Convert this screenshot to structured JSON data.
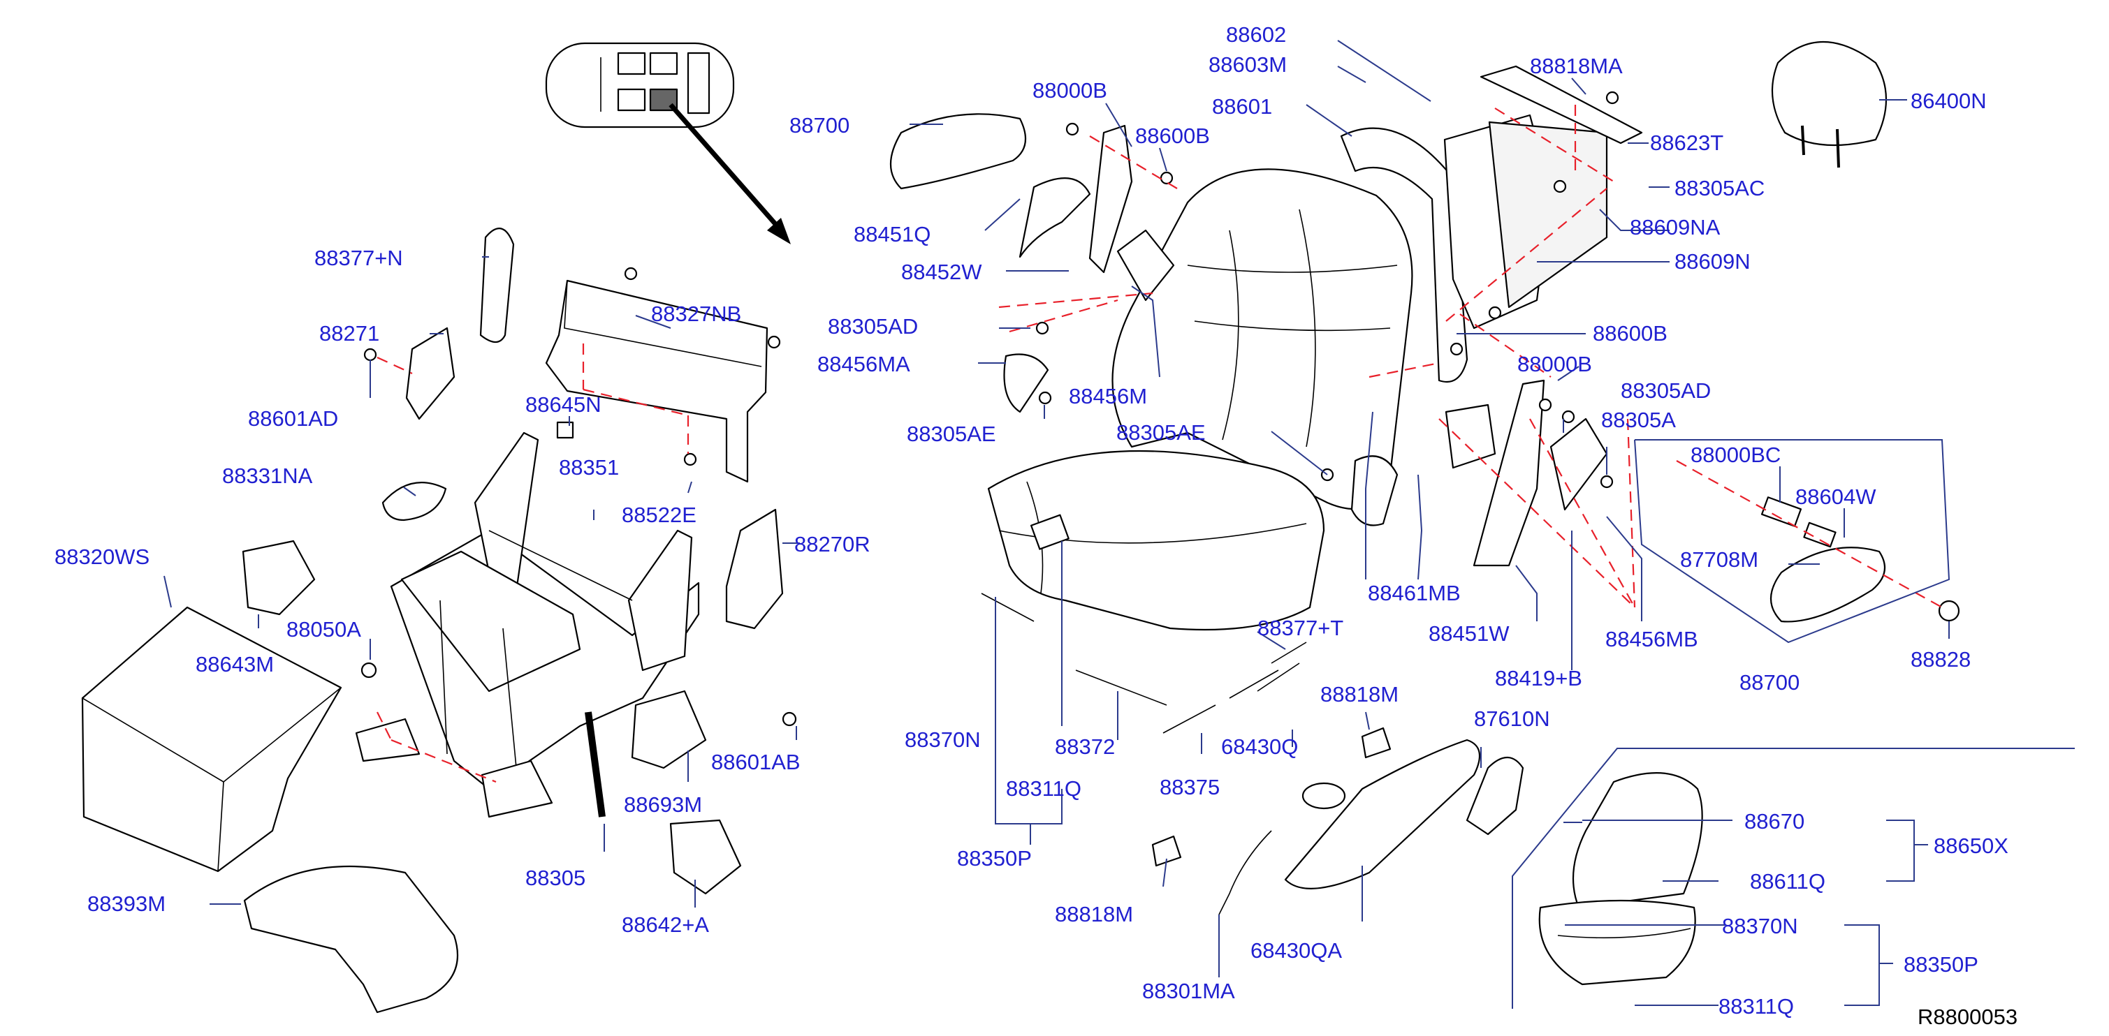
{
  "diagram_id": "R8800053",
  "colors": {
    "label": "#2020d0",
    "leader": "#2b3a8c",
    "dashed_guide": "#e8202a",
    "outline": "#000000"
  },
  "labels": {
    "p88700_top": "88700",
    "p88000B_top": "88000B",
    "p88600B_top": "88600B",
    "p88602": "88602",
    "p88603M": "88603M",
    "p88601": "88601",
    "p88818MA": "88818MA",
    "p88623T": "88623T",
    "p86400N": "86400N",
    "p88305AC": "88305AC",
    "p88609NA": "88609NA",
    "p88609N": "88609N",
    "p88451Q": "88451Q",
    "p88452W": "88452W",
    "p88305AD_left": "88305AD",
    "p88456MA": "88456MA",
    "p88456M": "88456M",
    "p88305AE_left": "88305AE",
    "p88305AE_mid": "88305AE",
    "p88600B_right": "88600B",
    "p88000B_right": "88000B",
    "p88305AD_right": "88305AD",
    "p88305A": "88305A",
    "p88000BC": "88000BC",
    "p88604W": "88604W",
    "p87708M": "87708M",
    "p88700_right": "88700",
    "p88828": "88828",
    "p88461MB": "88461MB",
    "p88451W": "88451W",
    "p88419B": "88419+B",
    "p88456MB": "88456MB",
    "p88377T": "88377+T",
    "p88818M_top": "88818M",
    "p87610N": "87610N",
    "p88370N_main": "88370N",
    "p88372": "88372",
    "p88375": "88375",
    "p68430Q": "68430Q",
    "p88311Q_main": "88311Q",
    "p88350P_main": "88350P",
    "p88818M_bottom": "88818M",
    "p68430QA": "68430QA",
    "p88301MA": "88301MA",
    "p88377N": "88377+N",
    "p88271": "88271",
    "p88601AD": "88601AD",
    "p88327NB": "88327NB",
    "p88645N": "88645N",
    "p88331NA": "88331NA",
    "p88351": "88351",
    "p88522E": "88522E",
    "p88270R": "88270R",
    "p88320WS": "88320WS",
    "p88643M": "88643M",
    "p88050A": "88050A",
    "p88601AB": "88601AB",
    "p88693M": "88693M",
    "p88305": "88305",
    "p88642A": "88642+A",
    "p88393M": "88393M",
    "p88670": "88670",
    "p88650X": "88650X",
    "p88611Q": "88611Q",
    "p88370N_inset": "88370N",
    "p88350P_inset": "88350P",
    "p88311Q_inset": "88311Q",
    "reference_code": "R8800053"
  }
}
